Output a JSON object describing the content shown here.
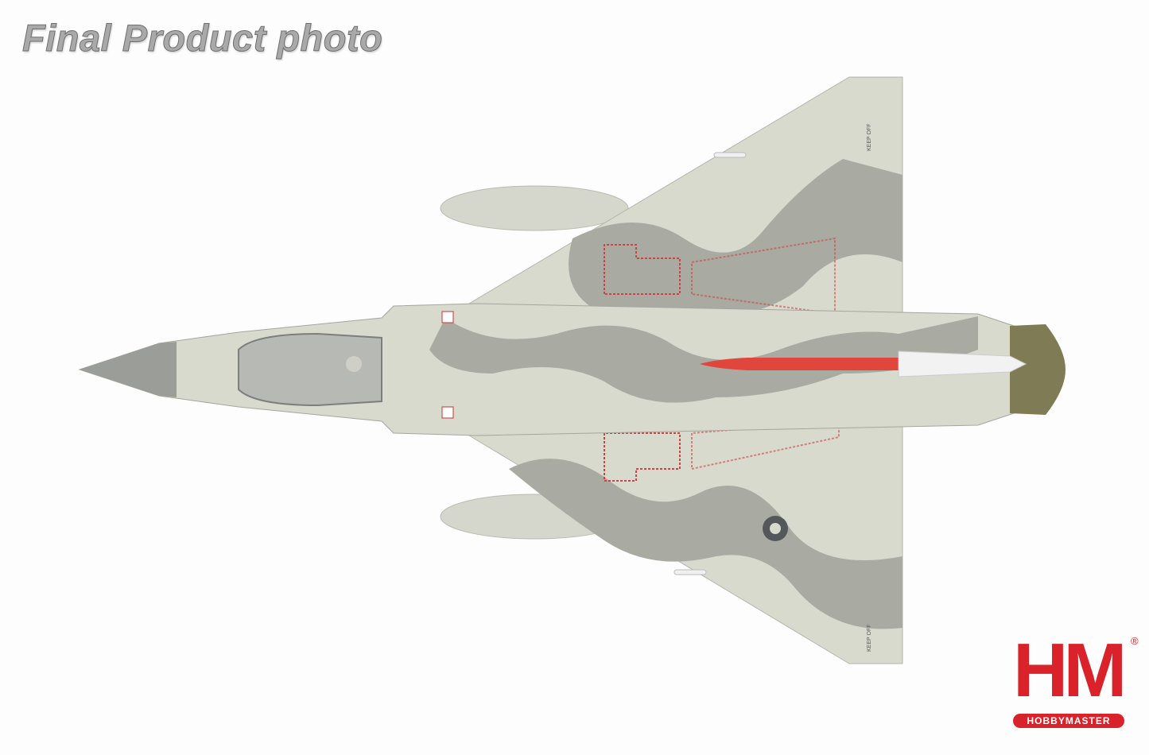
{
  "caption": "Final Product photo",
  "logo": {
    "letters": "HM",
    "registered": "®",
    "brand": "HOBBYMASTER",
    "color": "#d9222a"
  },
  "colors": {
    "camo_light": "#d9dace",
    "camo_dark": "#a9aba3",
    "nose": "#9a9d98",
    "missile": "#e0463b"
  },
  "markings": {
    "wing_stencil": "KEEP OFF"
  }
}
